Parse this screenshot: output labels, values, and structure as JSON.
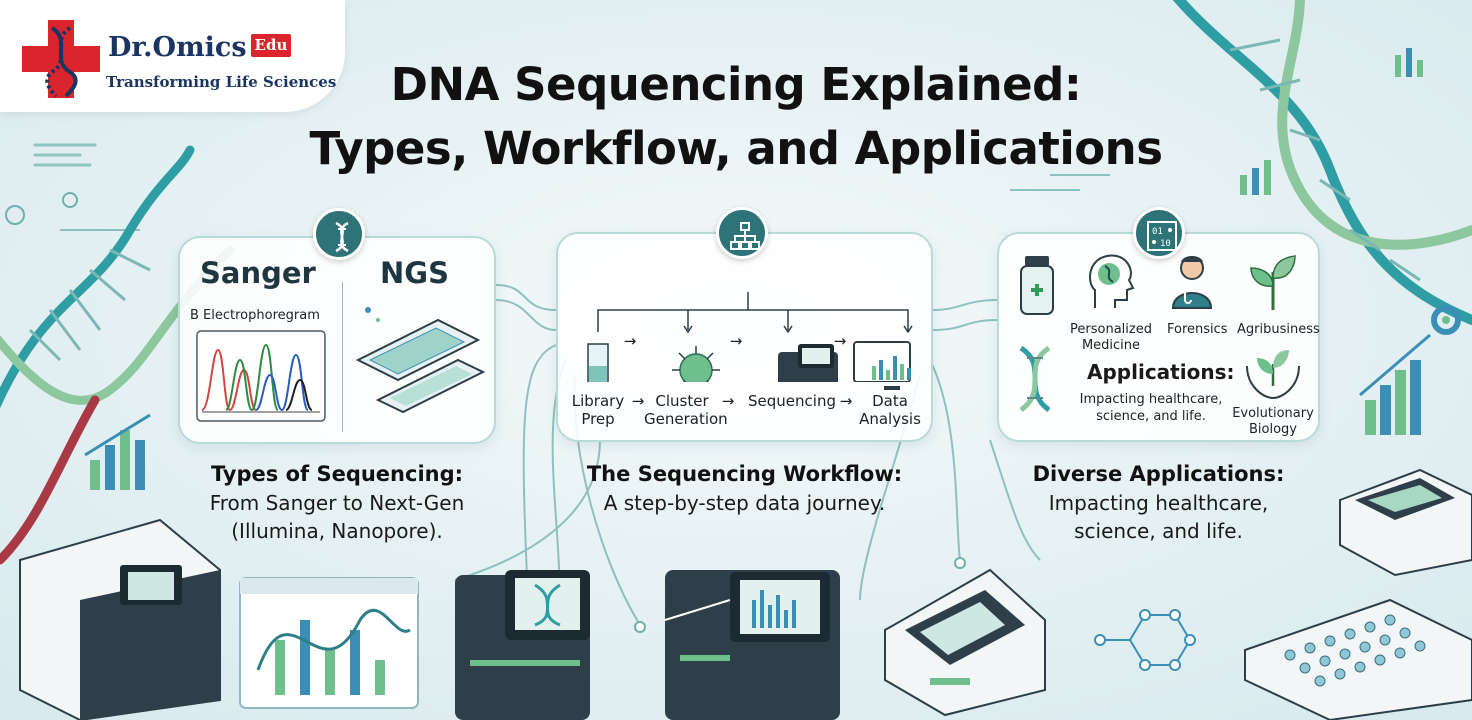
{
  "logo": {
    "brand": "Dr.Omics",
    "badge": "Edu",
    "tagline": "Transforming Life Sciences",
    "cross_color": "#d9252b"
  },
  "title": {
    "line1": "DNA Sequencing Explained:",
    "line2": "Types, Workflow, and Applications"
  },
  "panels": {
    "types": {
      "icon": "dna-icon",
      "sanger": "Sanger",
      "ngs": "NGS",
      "electro_label": "B Electrophoregram"
    },
    "workflow": {
      "icon": "flowchart-icon",
      "steps": [
        "Library Prep",
        "Cluster Generation",
        "Sequencing",
        "Data Analysis"
      ],
      "arrow": "→"
    },
    "applications": {
      "icon": "binary-code-icon",
      "items": {
        "medicine": "Personalized Medicine",
        "forensics": "Forensics",
        "agri": "Agribusiness",
        "evo": "Evolutionary Biology"
      },
      "heading": "Applications:",
      "text_line1": "Impacting healthcare,",
      "text_line2": "science, and life."
    }
  },
  "captions": {
    "types": {
      "heading": "Types of Sequencing:",
      "line1": "From Sanger to Next-Gen",
      "line2": "(Illumina, Nanopore)."
    },
    "workflow": {
      "heading": "The Sequencing Workflow:",
      "line1": "A step-by-step data journey."
    },
    "applications": {
      "heading": "Diverse Applications:",
      "line1": "Impacting healthcare,",
      "line2": "science, and life."
    }
  },
  "colors": {
    "accent": "#2e7377",
    "helix_teal": "#2f9ea4",
    "helix_green": "#8cc79d",
    "navy": "#1a3563",
    "chart_green": "#6fbf8d",
    "chart_blue": "#3b8fb6"
  }
}
